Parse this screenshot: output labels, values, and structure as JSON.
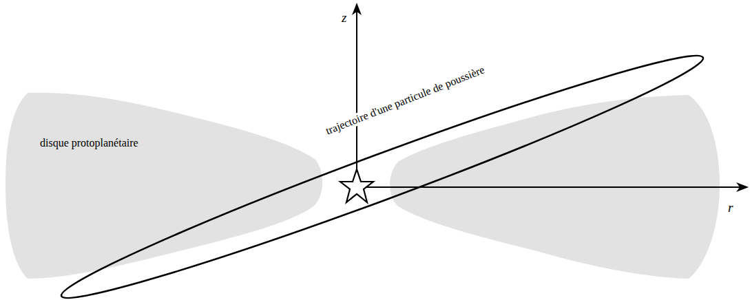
{
  "diagram": {
    "labels": [
      "z",
      "r",
      "disque protoplanétaire",
      "trajectoire d'une particule de poussière"
    ]
  }
}
